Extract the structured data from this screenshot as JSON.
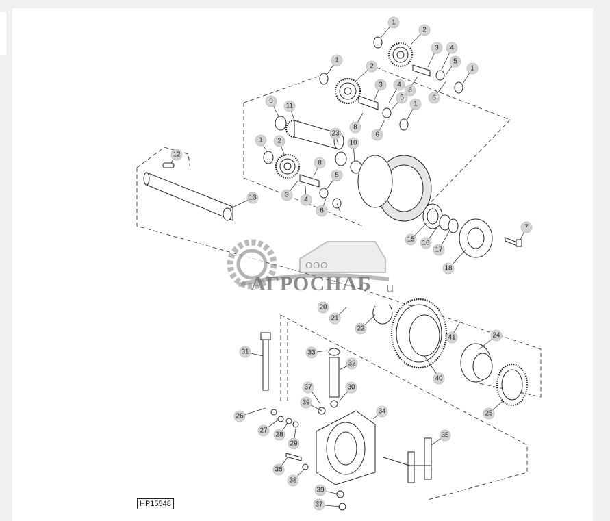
{
  "diagram": {
    "reference_code": "HP15548",
    "callouts": [
      "1",
      "2",
      "3",
      "4",
      "5",
      "6",
      "7",
      "8",
      "9",
      "10",
      "11",
      "12",
      "13",
      "15",
      "16",
      "17",
      "18",
      "20",
      "21",
      "22",
      "23",
      "24",
      "25",
      "26",
      "27",
      "28",
      "29",
      "30",
      "31",
      "32",
      "33",
      "34",
      "35",
      "36",
      "37",
      "38",
      "39",
      "40",
      "41"
    ]
  },
  "watermark": {
    "company": "ООО",
    "brand": "АГРОСНАБ",
    "suffix": "u"
  },
  "colors": {
    "page_background": "#f1f1f1",
    "panel_background": "#ffffff",
    "callout_fill": "#d4d4d4",
    "line": "#222222"
  }
}
